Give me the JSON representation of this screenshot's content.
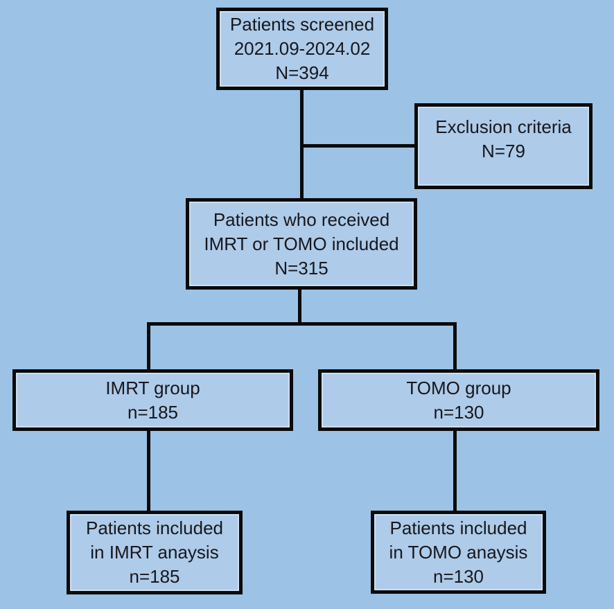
{
  "colors": {
    "background": "#9cc3e6",
    "box_fill": "#aecbe9",
    "line": "#0a0a0a",
    "text": "#17171c"
  },
  "nodes": {
    "screened": {
      "lines": [
        "Patients screened",
        "2021.09-2024.02",
        "N=394"
      ]
    },
    "exclusion": {
      "lines": [
        "Exclusion criteria",
        "N=79"
      ]
    },
    "included": {
      "lines": [
        "Patients who received",
        "IMRT or TOMO included",
        "N=315"
      ]
    },
    "imrt_group": {
      "lines": [
        "IMRT group",
        "n=185"
      ]
    },
    "tomo_group": {
      "lines": [
        "TOMO group",
        "n=130"
      ]
    },
    "imrt_analysis": {
      "lines": [
        "Patients included",
        "in IMRT anaysis",
        "n=185"
      ]
    },
    "tomo_analysis": {
      "lines": [
        "Patients included",
        "in TOMO anaysis",
        "n=130"
      ]
    }
  }
}
